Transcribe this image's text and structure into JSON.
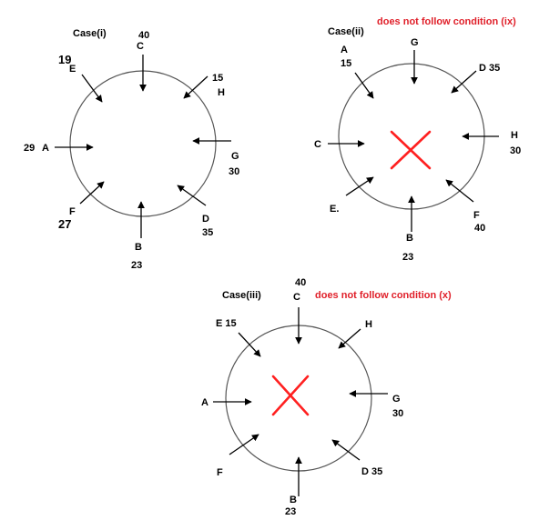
{
  "cases": [
    {
      "title": "Case(i)",
      "note": "",
      "crossed": false,
      "labels": {
        "C": "C",
        "C_val": "40",
        "E": "E",
        "E_val": "19",
        "H": "H",
        "H_val": "15",
        "A": "A",
        "A_val": "29",
        "G": "G",
        "G_val": "30",
        "F": "F",
        "F_val": "27",
        "D": "D",
        "D_val": "35",
        "B": "B",
        "B_val": "23"
      }
    },
    {
      "title": "Case(ii)",
      "note": "does not follow condition (ix)",
      "crossed": true,
      "labels": {
        "G": "G",
        "A": "A",
        "A_val": "15",
        "D": "D 35",
        "C": "C",
        "H": "H",
        "H_val": "30",
        "E": "E.",
        "B": "B",
        "B_val": "23",
        "F": "F",
        "F_val": "40"
      }
    },
    {
      "title": "Case(iii)",
      "note": "does not follow condition (x)",
      "crossed": true,
      "labels": {
        "C": "C",
        "C_val": "40",
        "E": "E 15",
        "H": "H",
        "A": "A",
        "G": "G",
        "G_val": "30",
        "F": "F",
        "D": "D 35",
        "B": "B",
        "B_val": "23"
      }
    }
  ]
}
